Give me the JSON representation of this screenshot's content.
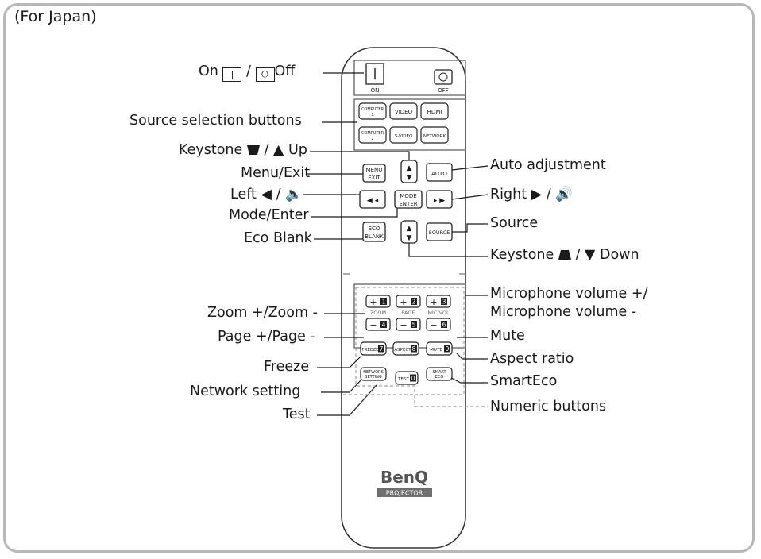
{
  "region_note": "(For Japan)",
  "labels_left": {
    "on_off": {
      "on": "On",
      "sep": "/",
      "off": "Off"
    },
    "source_selection": "Source selection buttons",
    "keystone_up": {
      "text": "Keystone",
      "sep": "/",
      "arrow": "▲",
      "dir": "Up"
    },
    "menu_exit": "Menu/Exit",
    "left": {
      "text": "Left",
      "arrow": "◀",
      "sep": "/"
    },
    "mode_enter": "Mode/Enter",
    "eco_blank": "Eco Blank",
    "zoom": "Zoom +/Zoom -",
    "page": "Page +/Page -",
    "freeze": "Freeze",
    "network_setting": "Network setting",
    "test": "Test"
  },
  "labels_right": {
    "auto_adjustment": "Auto adjustment",
    "right": {
      "text": "Right",
      "arrow": "▶",
      "sep": "/"
    },
    "source": "Source",
    "keystone_down": {
      "text": "Keystone",
      "sep": "/",
      "arrow": "▼",
      "dir": "Down"
    },
    "mic_volume_1": "Microphone volume +/",
    "mic_volume_2": "Microphone volume -",
    "mute": "Mute",
    "aspect_ratio": "Aspect ratio",
    "smarteco": "SmartEco",
    "numeric_buttons": "Numeric buttons"
  },
  "remote": {
    "on_label": "ON",
    "off_label": "OFF",
    "source_buttons": [
      "COMPUTER 1",
      "VIDEO",
      "HDMI",
      "COMPUTER 2",
      "S-VIDEO",
      "NETWORK"
    ],
    "menu": "MENU",
    "exit": "EXIT",
    "auto": "AUTO",
    "mode": "MODE",
    "enter": "ENTER",
    "source": "SOURCE",
    "eco": "ECO",
    "blank": "BLANK",
    "zoom": "ZOOM",
    "page": "PAGE",
    "micvol": "MIC/VOL",
    "num": [
      "1",
      "2",
      "3",
      "4",
      "5",
      "6",
      "7",
      "8",
      "9",
      "0"
    ],
    "plus": "+",
    "minus": "−",
    "freeze": "FREEZE",
    "aspect": "ASPECT",
    "mute": "MUTE",
    "network": "NETWORK",
    "setting": "SETTING",
    "test": "TEST",
    "smart": "SMART",
    "eco2": "ECO",
    "brand": "BenQ",
    "sub_brand": "PROJECTOR"
  },
  "colors": {
    "frame": "#b8b8b8",
    "line": "#1a1a1a",
    "dashed": "#a0a0a0",
    "brand_bg": "#7a7a7a"
  }
}
